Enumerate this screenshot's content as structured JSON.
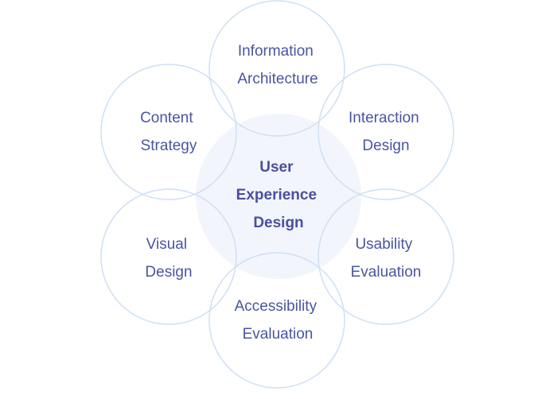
{
  "center": {
    "lines": [
      "User",
      "Experience",
      "Design"
    ]
  },
  "petals": [
    {
      "id": "information-architecture",
      "lines": [
        "Information",
        "Architecture"
      ]
    },
    {
      "id": "interaction-design",
      "lines": [
        "Interaction",
        "Design"
      ]
    },
    {
      "id": "usability-evaluation",
      "lines": [
        "Usability",
        "Evaluation"
      ]
    },
    {
      "id": "accessibility-evaluation",
      "lines": [
        "Accessibility",
        "Evaluation"
      ]
    },
    {
      "id": "visual-design",
      "lines": [
        "Visual",
        "Design"
      ]
    },
    {
      "id": "content-strategy",
      "lines": [
        "Content",
        "Strategy"
      ]
    }
  ],
  "colors": {
    "text": "#4a55a2",
    "ring": "#cfe0f4",
    "core": "#f2f5fb"
  }
}
